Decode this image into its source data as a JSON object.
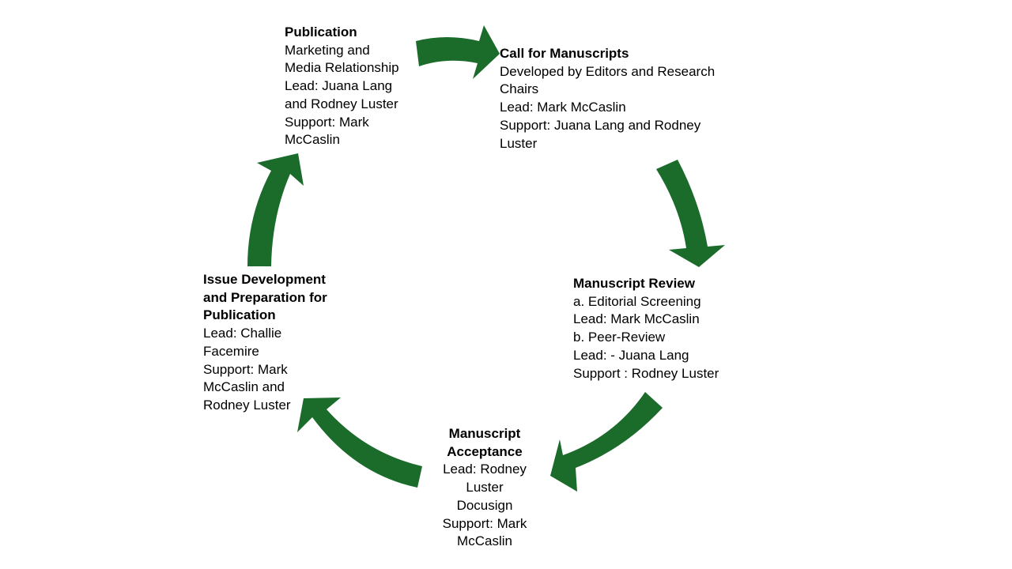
{
  "diagram": {
    "steps": [
      {
        "id": "publication",
        "title": "Publication",
        "lines": [
          "Marketing and",
          "Media Relationship",
          "Lead: Juana Lang",
          "and Rodney Luster",
          "Support: Mark",
          "McCaslin"
        ]
      },
      {
        "id": "call",
        "title": "Call for Manuscripts",
        "lines": [
          "Developed by Editors and Research",
          "Chairs",
          "Lead: Mark McCaslin",
          "Support: Juana Lang and Rodney",
          "Luster"
        ]
      },
      {
        "id": "review",
        "title": "Manuscript Review",
        "lines": [
          "a. Editorial Screening",
          "Lead: Mark McCaslin",
          "b. Peer-Review",
          "Lead: - Juana Lang",
          "Support : Rodney Luster"
        ]
      },
      {
        "id": "acceptance",
        "title_lines": [
          "Manuscript",
          "Acceptance"
        ],
        "lines": [
          "Lead: Rodney",
          "Luster",
          "Docusign",
          "Support: Mark",
          "McCaslin"
        ]
      },
      {
        "id": "issue",
        "title_lines": [
          "Issue Development",
          "and Preparation for",
          "Publication"
        ],
        "lines": [
          "Lead: Challie",
          "Facemire",
          "Support: Mark",
          "McCaslin and",
          "Rodney Luster"
        ]
      }
    ],
    "colors": {
      "arrow": "#1b6b2b",
      "text": "#000000",
      "background": "#ffffff"
    },
    "arrow_icon": "curved-arrow"
  }
}
